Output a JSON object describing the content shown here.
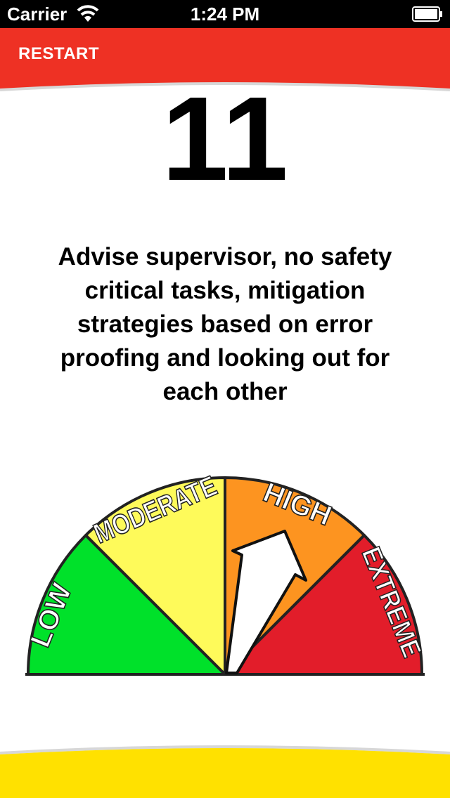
{
  "status_bar": {
    "carrier": "Carrier",
    "time": "1:24 PM",
    "wifi_icon": "wifi-icon",
    "battery_icon": "battery-icon"
  },
  "header": {
    "restart_label": "RESTART",
    "color": "#ee3124"
  },
  "result": {
    "score": "11",
    "advice": "Advise supervisor, no safety\ncritical tasks,  mitigation\nstrategies based on error\nproofing and looking out for\neach other"
  },
  "gauge": {
    "segments": [
      {
        "label": "LOW",
        "color": "#00e12a"
      },
      {
        "label": "MODERATE",
        "color": "#fefa5a"
      },
      {
        "label": "HIGH",
        "color": "#fd9420"
      },
      {
        "label": "EXTREME",
        "color": "#e21d2a"
      }
    ],
    "current_level": "HIGH",
    "pointer_icon": "arrow-pointer-icon"
  },
  "footer": {
    "color": "#ffe100"
  }
}
